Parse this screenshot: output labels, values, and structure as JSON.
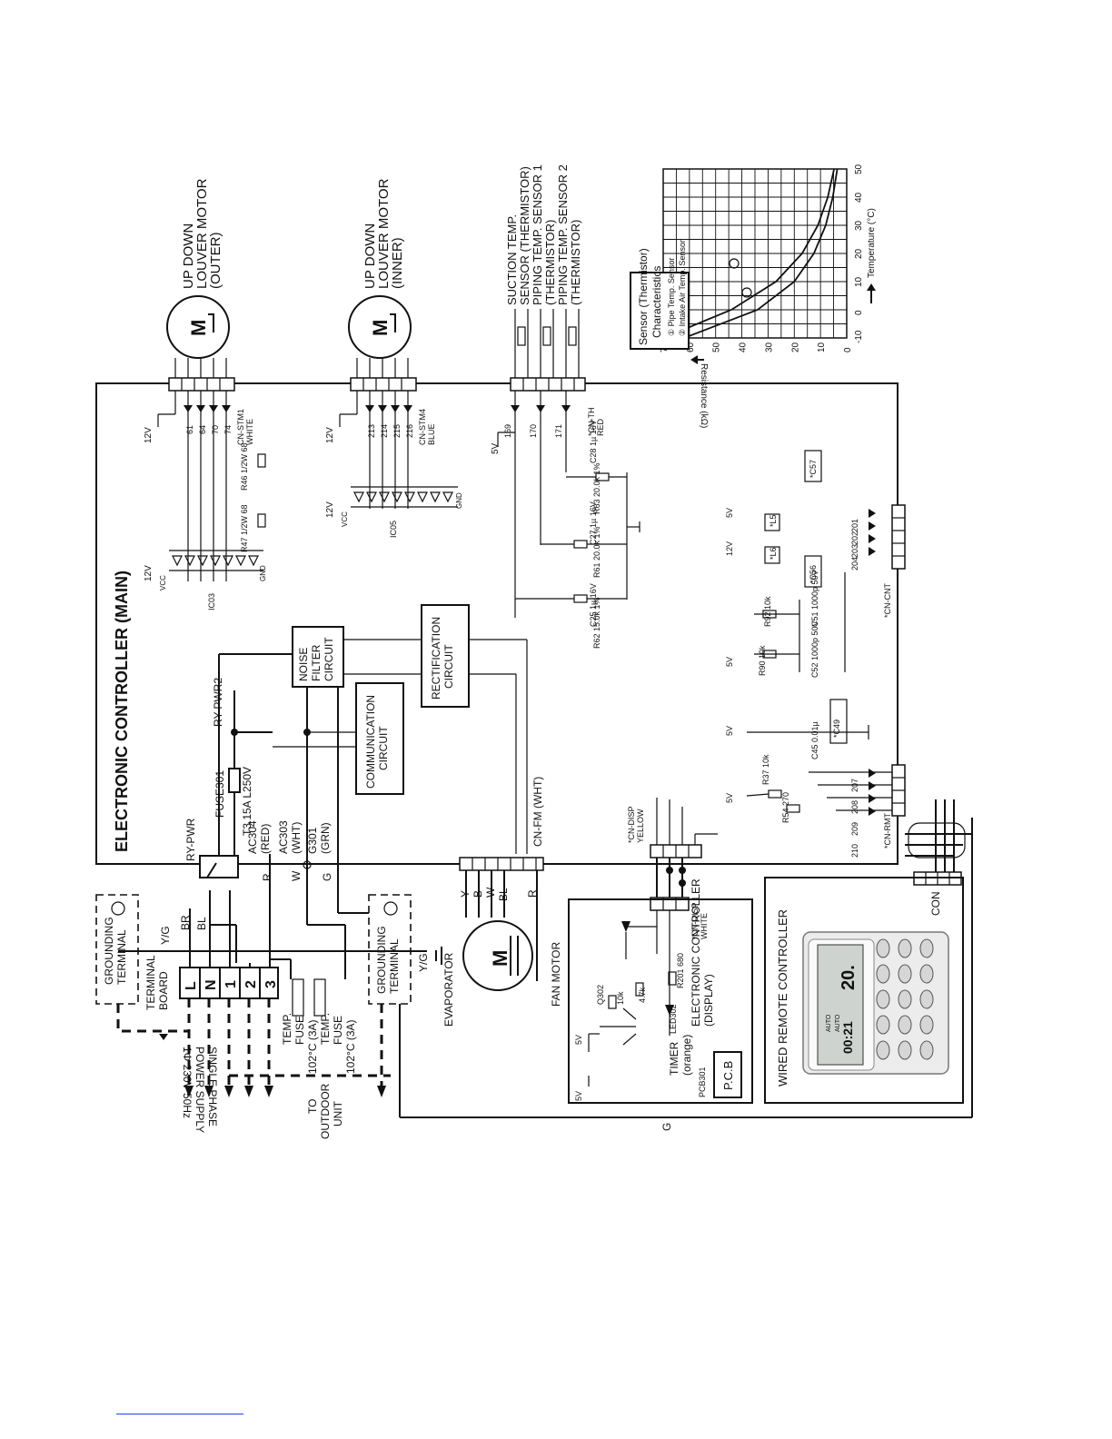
{
  "diagram": {
    "main_title": "ELECTRONIC CONTROLLER (MAIN)",
    "louver_outer": [
      "UP DOWN",
      "LOUVER MOTOR",
      "(OUTER)"
    ],
    "louver_inner": [
      "UP DOWN",
      "LOUVER MOTOR",
      "(INNER)"
    ],
    "motor_symbol": "M",
    "sensors": [
      "SUCTION TEMP.",
      "SENSOR (THERMISTOR)",
      "PIPING TEMP. SENSOR 1",
      "(THERMISTOR)",
      "PIPING TEMP. SENSOR 2",
      "(THERMISTOR)"
    ],
    "cn_stm1": [
      "CN-STM1",
      "WHITE"
    ],
    "cn_stm4": [
      "CN-STM4",
      "BLUE"
    ],
    "cn_th": [
      "*CN-TH",
      "RED"
    ],
    "cn_fm": "CN-FM (WHT)",
    "cn_disp_yellow": [
      "*CN-DISP",
      "YELLOW"
    ],
    "cn_disp_white": [
      "*CN-DISP",
      "WHITE"
    ],
    "cn_rmt": "*CN-RMT",
    "cn_cnt": "*CN-CNT",
    "con": "CON",
    "ic03": "IC03",
    "ic05": "IC05",
    "vcc": "VCC",
    "gnd": "GND",
    "v12": "12V",
    "v5": "5V",
    "noise_filter": [
      "NOISE",
      "FILTER",
      "CIRCUIT"
    ],
    "rectification": [
      "RECTIFICATION",
      "CIRCUIT"
    ],
    "communication": [
      "COMMUNICATION",
      "CIRCUIT"
    ],
    "fuse": [
      "FUSE301",
      "T3.15A L250V"
    ],
    "ry_pwr": "RY-PWR",
    "ry_pwr2": "RY-PWR2",
    "ac304": [
      "AC304",
      "(RED)"
    ],
    "ac303": [
      "AC303",
      "(WHT)"
    ],
    "g301": [
      "G301",
      "(GRN)"
    ],
    "grounding_terminal": [
      "GROUNDING",
      "TERMINAL"
    ],
    "terminal_board": [
      "TERMINAL",
      "BOARD"
    ],
    "terminals": [
      "L",
      "N",
      "1",
      "2",
      "3"
    ],
    "wire_labels": [
      "Y/G",
      "BR",
      "BL",
      "R",
      "W",
      "G",
      "Y",
      "B",
      "W",
      "BL",
      "R",
      "Y/G",
      "G"
    ],
    "power_supply": [
      "SINGLE PHASE",
      "POWER SUPPLY",
      "1Φ 230V 50Hz"
    ],
    "temp_fuse_1": [
      "TEMP.",
      "FUSE",
      "102°C (3A)"
    ],
    "temp_fuse_2": [
      "TEMP.",
      "FUSE",
      "102°C (3A)"
    ],
    "to_outdoor": [
      "TO",
      "OUTDOOR",
      "UNIT"
    ],
    "evaporator": "EVAPORATOR",
    "fan_motor": "FAN MOTOR",
    "display_board": [
      "ELECTRONIC CONTROLLER",
      "(DISPLAY)"
    ],
    "pcb": "P.C.B",
    "pcb_ref": "PCB301",
    "timer_led": [
      "TIMER",
      "(orange)",
      "LED302"
    ],
    "q302": "Q302",
    "wired_remote": "WIRED REMOTE CONTROLLER",
    "resistors": {
      "r46": "R46 1/2W 68",
      "r47": "R47 1/2W 68",
      "r62": "R62 15.0k 1%",
      "r61": "R61 20.0k 1%",
      "r63": "R63 20.0k 1%",
      "r90": "R90 10k",
      "r92": "R92 10k",
      "r37": "R37 10k",
      "r54": "R54 270",
      "r201": "R201 680",
      "q_r1": "10k",
      "q_r2": "4.7k"
    },
    "capacitors": {
      "c25": "C25 1µ 16V",
      "c27": "C27 1µ 16V",
      "c28": "C28 1µ 16V",
      "c51": "C51 1000p 50V",
      "c52": "C52 1000p 50V",
      "c45": "C45 0.01µ",
      "c49": "*C49",
      "c56": "*C56",
      "c57": "*C57",
      "l5": "*L5",
      "l6": "*L6"
    },
    "net_numbers": {
      "stm1": [
        "61",
        "64",
        "70",
        "74"
      ],
      "stm4": [
        "213",
        "214",
        "215",
        "216"
      ],
      "th": [
        "169",
        "170",
        "171"
      ],
      "cnt": [
        "201",
        "202",
        "203",
        "204"
      ],
      "rmt": [
        "207",
        "208",
        "209",
        "210"
      ]
    }
  },
  "sensor_chart": {
    "title": [
      "Sensor (Thermistor)",
      "Characteristics"
    ],
    "legend": [
      "① Pipe Temp. Sensor",
      "② Intake Air Temp. Sensor"
    ],
    "xlabel": "Temperature (°C)",
    "ylabel": "Resistance (kΩ)",
    "x_ticks": [
      "-10",
      "0",
      "10",
      "20",
      "30",
      "40",
      "50"
    ],
    "y_ticks": [
      "0",
      "10",
      "20",
      "30",
      "40",
      "50",
      "60",
      "70"
    ],
    "xlim": [
      -10,
      50
    ],
    "ylim": [
      0,
      70
    ],
    "series": [
      {
        "name": "① Pipe Temp. Sensor",
        "x": [
          -10,
          0,
          10,
          20,
          30,
          40,
          50
        ],
        "y": [
          62,
          34,
          20,
          12.5,
          8,
          5.3,
          3.6
        ]
      },
      {
        "name": "② Intake Air Temp. Sensor",
        "x": [
          -10,
          0,
          10,
          20,
          30,
          40,
          50
        ],
        "y": [
          70,
          44,
          27,
          17,
          11,
          7.2,
          4.8
        ]
      }
    ]
  },
  "remote_display": {
    "temp": "20.",
    "clock": "00:21",
    "mode": "AUTO",
    "fan": "AUTO"
  }
}
